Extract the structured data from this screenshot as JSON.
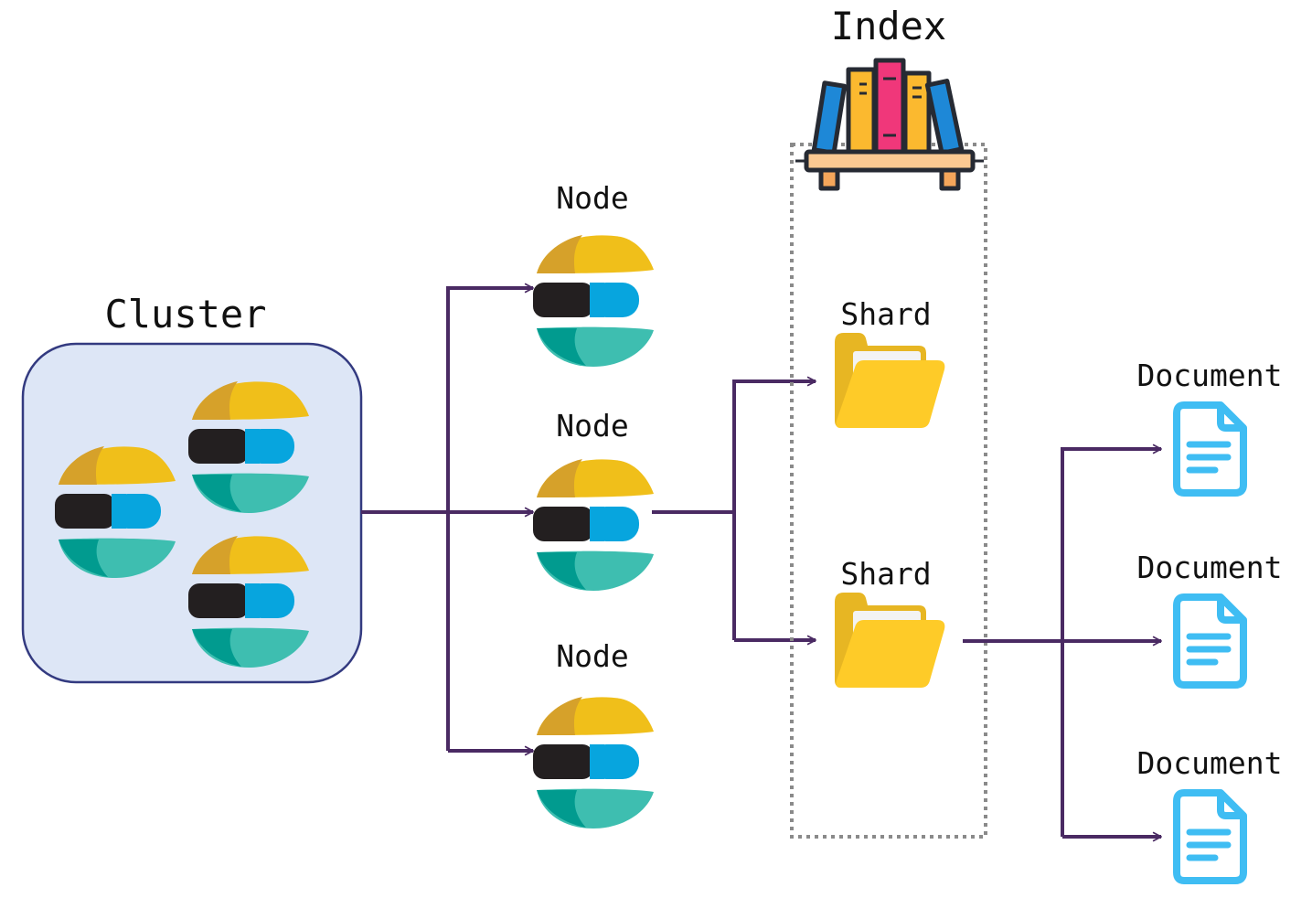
{
  "labels": {
    "cluster": "Cluster",
    "index": "Index",
    "nodes": [
      "Node",
      "Node",
      "Node"
    ],
    "shards": [
      "Shard",
      "Shard"
    ],
    "documents": [
      "Document",
      "Document",
      "Document"
    ]
  },
  "icons": {
    "cluster_member": "elastic-logo-icon",
    "node": "elastic-logo-icon",
    "index": "bookshelf-icon",
    "shard": "folder-icon",
    "document": "document-icon"
  },
  "colors": {
    "arrow": "#4a2a63",
    "cluster_fill": "#dde6f6",
    "cluster_border": "#333a80",
    "index_border": "#8a8a8a",
    "logo_yellow": "#f0bf1a",
    "logo_yellow_dark": "#d6a12a",
    "logo_black": "#231f20",
    "logo_blue": "#07a5de",
    "logo_teal": "#3ebeb0",
    "logo_teal_dark": "#019b8f",
    "folder_front": "#fecb28",
    "folder_back": "#e7b623",
    "folder_paper": "#f3f3f3",
    "document": "#3fbdf3"
  }
}
